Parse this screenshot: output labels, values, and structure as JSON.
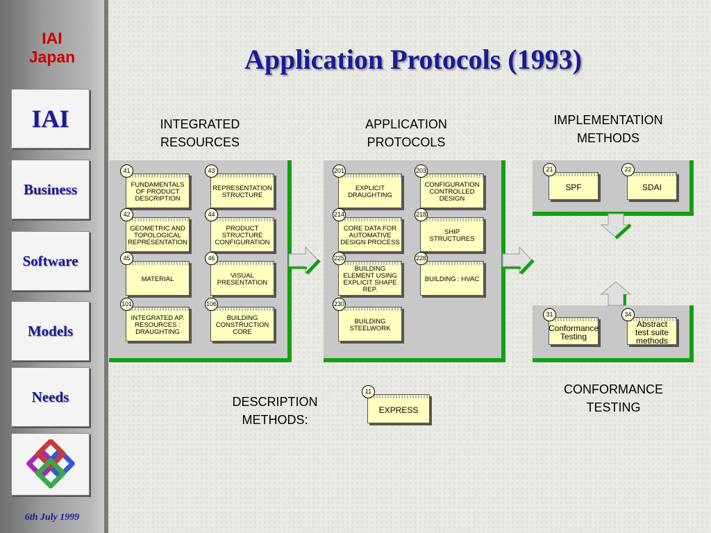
{
  "sidebar": {
    "org": [
      "IAI",
      "Japan"
    ],
    "nav": [
      "IAI",
      "Business",
      "Software",
      "Models",
      "Needs"
    ],
    "date": "6th July 1999",
    "logo_icon": "interlocked-knot-logo"
  },
  "title": "Application Protocols (1993)",
  "headings": {
    "integrated": [
      "INTEGRATED",
      "RESOURCES"
    ],
    "application": [
      "APPLICATION",
      "PROTOCOLS"
    ],
    "implementation": [
      "IMPLEMENTATION",
      "METHODS"
    ],
    "conformance": [
      "CONFORMANCE",
      "TESTING"
    ],
    "description": [
      "DESCRIPTION",
      "METHODS:"
    ]
  },
  "integrated_resources": [
    {
      "num": "41",
      "label": "FUNDAMENTALS OF PRODUCT DESCRIPTION"
    },
    {
      "num": "43",
      "label": "REPRESENTATION STRUCTURE"
    },
    {
      "num": "42",
      "label": "GEOMETRIC AND TOPOLOGICAL REPRESENTATION"
    },
    {
      "num": "44",
      "label": "PRODUCT STRUCTURE CONFIGURATION"
    },
    {
      "num": "45",
      "label": "MATERIAL"
    },
    {
      "num": "46",
      "label": "VISUAL PRESENTATION"
    },
    {
      "num": "101",
      "label": "INTEGRATED AP. RESOURCES : DRAUGHTING"
    },
    {
      "num": "106",
      "label": "BUILDING CONSTRUCTION CORE"
    }
  ],
  "application_protocols": [
    {
      "num": "201",
      "label": "EXPLICIT DRAUGHTING"
    },
    {
      "num": "203",
      "label": "CONFIGURATION CONTROLLED DESIGN"
    },
    {
      "num": "214",
      "label": "CORE DATA FOR AUTOMATIVE DESIGN PROCESS"
    },
    {
      "num": "218",
      "label": "SHIP STRUCTURES"
    },
    {
      "num": "225",
      "label": "BUILDING ELEMENT USING EXPLICIT SHAPE REP."
    },
    {
      "num": "228",
      "label": "BUILDING : HVAC"
    },
    {
      "num": "230",
      "label": "BUILDING STEELWORK"
    }
  ],
  "implementation_methods": [
    {
      "num": "21",
      "label": "SPF"
    },
    {
      "num": "22",
      "label": "SDAI"
    }
  ],
  "conformance_testing": [
    {
      "num": "31",
      "label": "Conformance Testing"
    },
    {
      "num": "34",
      "label": "Abstract test suite methods"
    }
  ],
  "description_methods": [
    {
      "num": "11",
      "label": "EXPRESS"
    }
  ],
  "colors": {
    "accent_green": "#10a010",
    "title_blue": "#1a1a99",
    "card_yellow": "#ffffc0",
    "org_red": "#cc0000"
  }
}
